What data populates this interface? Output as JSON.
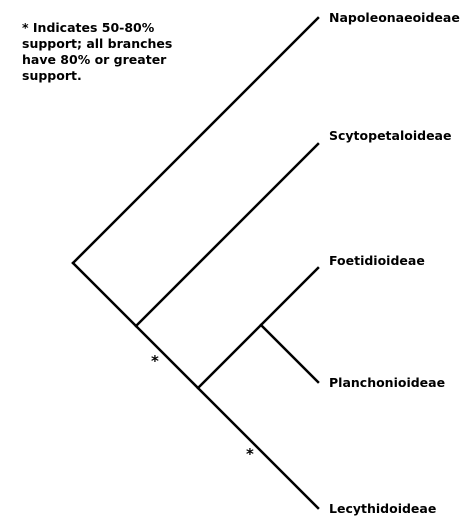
{
  "note": {
    "lines": [
      "* Indicates 50-80%",
      "support; all branches",
      "have 80% or greater",
      "support."
    ]
  },
  "taxa": {
    "napoleonaeoideae": "Napoleonaeoideae",
    "scytopetaloideae": "Scytopetaloideae",
    "foetidioideae": "Foetidioideae",
    "planchonioideae": "Planchonioideae",
    "lecythidoideae": "Lecythidoideae"
  },
  "support_markers": {
    "node_scytopetaloideae_split": "*",
    "node_lecythidoideae_split": "*"
  }
}
